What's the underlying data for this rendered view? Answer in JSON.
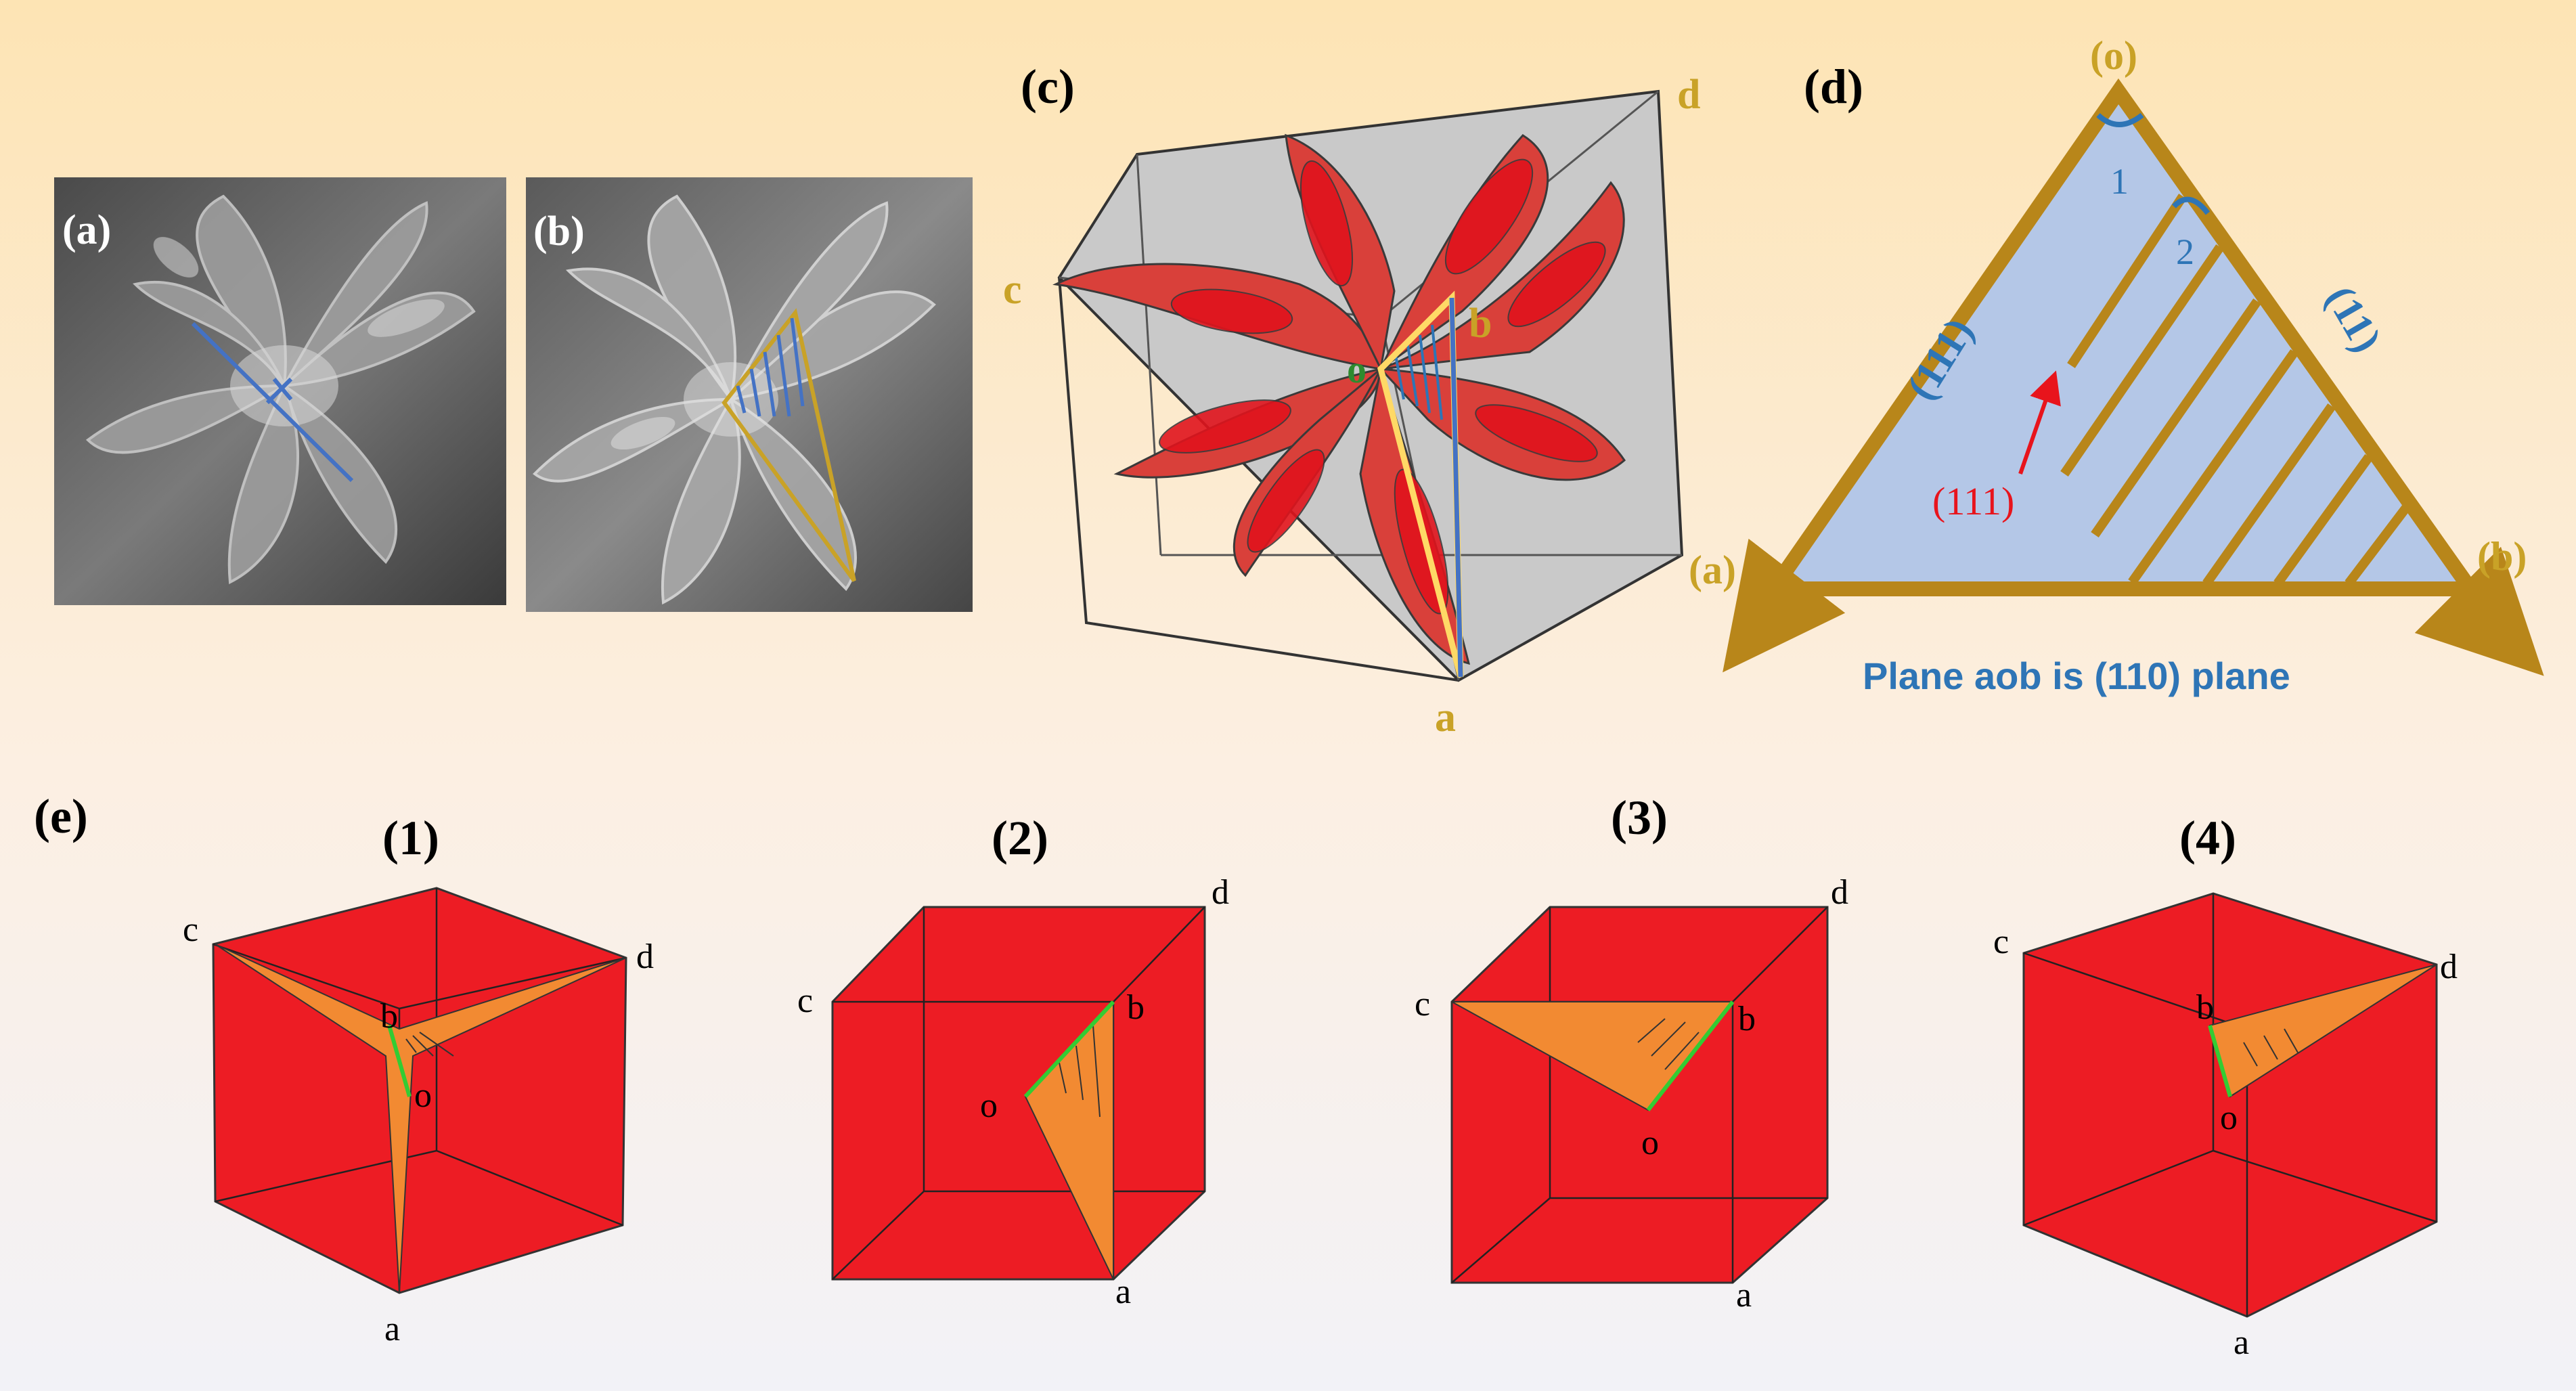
{
  "colors": {
    "bg_top": "#fde4b4",
    "bg_bottom": "#f2f2f7",
    "gold": "#b8861a",
    "red_face": "#ed1c24",
    "orange": "#f28a32",
    "petal": "#d9403a",
    "grey": "#c8c8c8",
    "plane_fill": "#b4c7e7",
    "blue": "#2e75b6",
    "label_red": "#e8141c",
    "green": "#33cc33",
    "yellow": "#ffd966"
  },
  "panel_a": {
    "label": "(a)"
  },
  "panel_b": {
    "label": "(b)"
  },
  "panel_c": {
    "label": "(c)",
    "vertex_c": "c",
    "vertex_d": "d",
    "vertex_b": "b",
    "vertex_a": "a",
    "vertex_o": "o"
  },
  "panel_d": {
    "label": "(d)",
    "vertex_o": "(o)",
    "vertex_a": "(a)",
    "vertex_b": "(b)",
    "angle_1": "1",
    "angle_2": "2",
    "face_left": "(111)",
    "face_right": "(11)",
    "inner": "(111)",
    "caption": "Plane aob is  (110) plane"
  },
  "panel_e": {
    "label": "(e)",
    "cubes": [
      {
        "label": "(1)",
        "c": "c",
        "d": "d",
        "b": "b",
        "o": "o",
        "a": "a"
      },
      {
        "label": "(2)",
        "c": "c",
        "d": "d",
        "b": "b",
        "o": "o",
        "a": "a"
      },
      {
        "label": "(3)",
        "c": "c",
        "d": "d",
        "b": "b",
        "o": "o",
        "a": "a"
      },
      {
        "label": "(4)",
        "c": "c",
        "d": "d",
        "b": "b",
        "o": "o",
        "a": "a"
      }
    ]
  }
}
